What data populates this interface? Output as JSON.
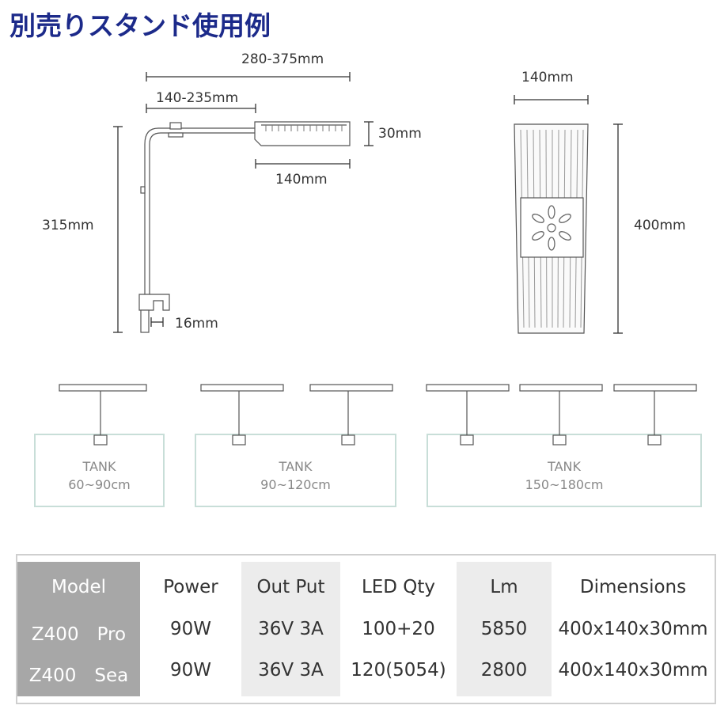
{
  "title": "別売りスタンド使用例",
  "dimensions": {
    "overall_width": "280-375mm",
    "arm_width": "140-235mm",
    "light_height": "30mm",
    "light_width_side": "140mm",
    "stand_height": "315mm",
    "clamp_size": "16mm",
    "top_width": "140mm",
    "top_length": "400mm"
  },
  "tanks": [
    {
      "label": "TANK",
      "size": "60~90cm"
    },
    {
      "label": "TANK",
      "size": "90~120cm"
    },
    {
      "label": "TANK",
      "size": "150~180cm"
    }
  ],
  "spec_table": {
    "columns": [
      {
        "header": "Model",
        "rows": [
          "Z400　Pro",
          "Z400　Sea"
        ]
      },
      {
        "header": "Power",
        "rows": [
          "90W",
          "90W"
        ]
      },
      {
        "header": "Out Put",
        "rows": [
          "36V 3A",
          "36V 3A"
        ]
      },
      {
        "header": "LED Qty",
        "rows": [
          "100+20",
          "120(5054)"
        ]
      },
      {
        "header": "Lm",
        "rows": [
          "5850",
          "2800"
        ]
      },
      {
        "header": "Dimensions",
        "rows": [
          "400x140x30mm",
          "400x140x30mm"
        ]
      }
    ]
  },
  "colors": {
    "title": "#1c2a8a",
    "model_column_bg": "#a7a7a7",
    "shaded_column_bg": "#ececec",
    "tank_outline": "#c8ded8"
  }
}
